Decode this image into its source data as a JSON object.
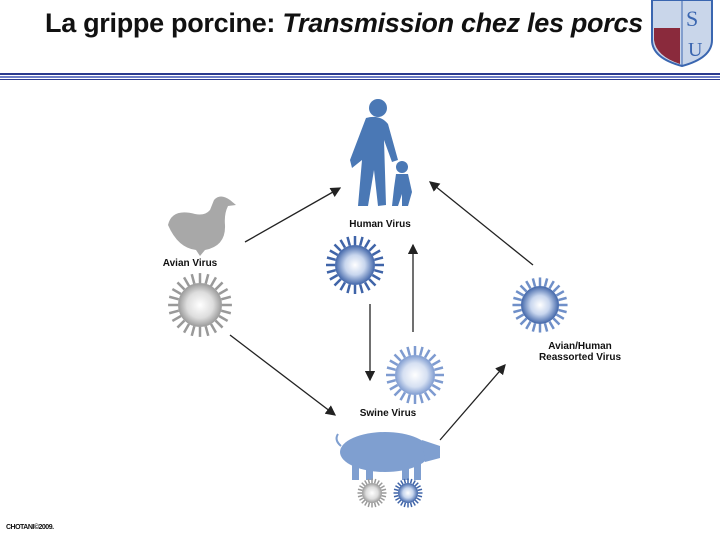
{
  "title": {
    "plain": "La grippe porcine: ",
    "italic": "Transmission chez les porcs"
  },
  "diagram": {
    "human_label": "Human Virus",
    "avian_label": "Avian Virus",
    "swine_label": "Swine Virus",
    "reassorted_label_line1": "Avian/Human",
    "reassorted_label_line2": "Reassorted Virus"
  },
  "footer": "CHOTANI©2009.",
  "colors": {
    "rule": "#2b3a8f",
    "human_blue": "#4a78b5",
    "grey": "#a0a0a0",
    "pig": "#7f9fd0"
  }
}
